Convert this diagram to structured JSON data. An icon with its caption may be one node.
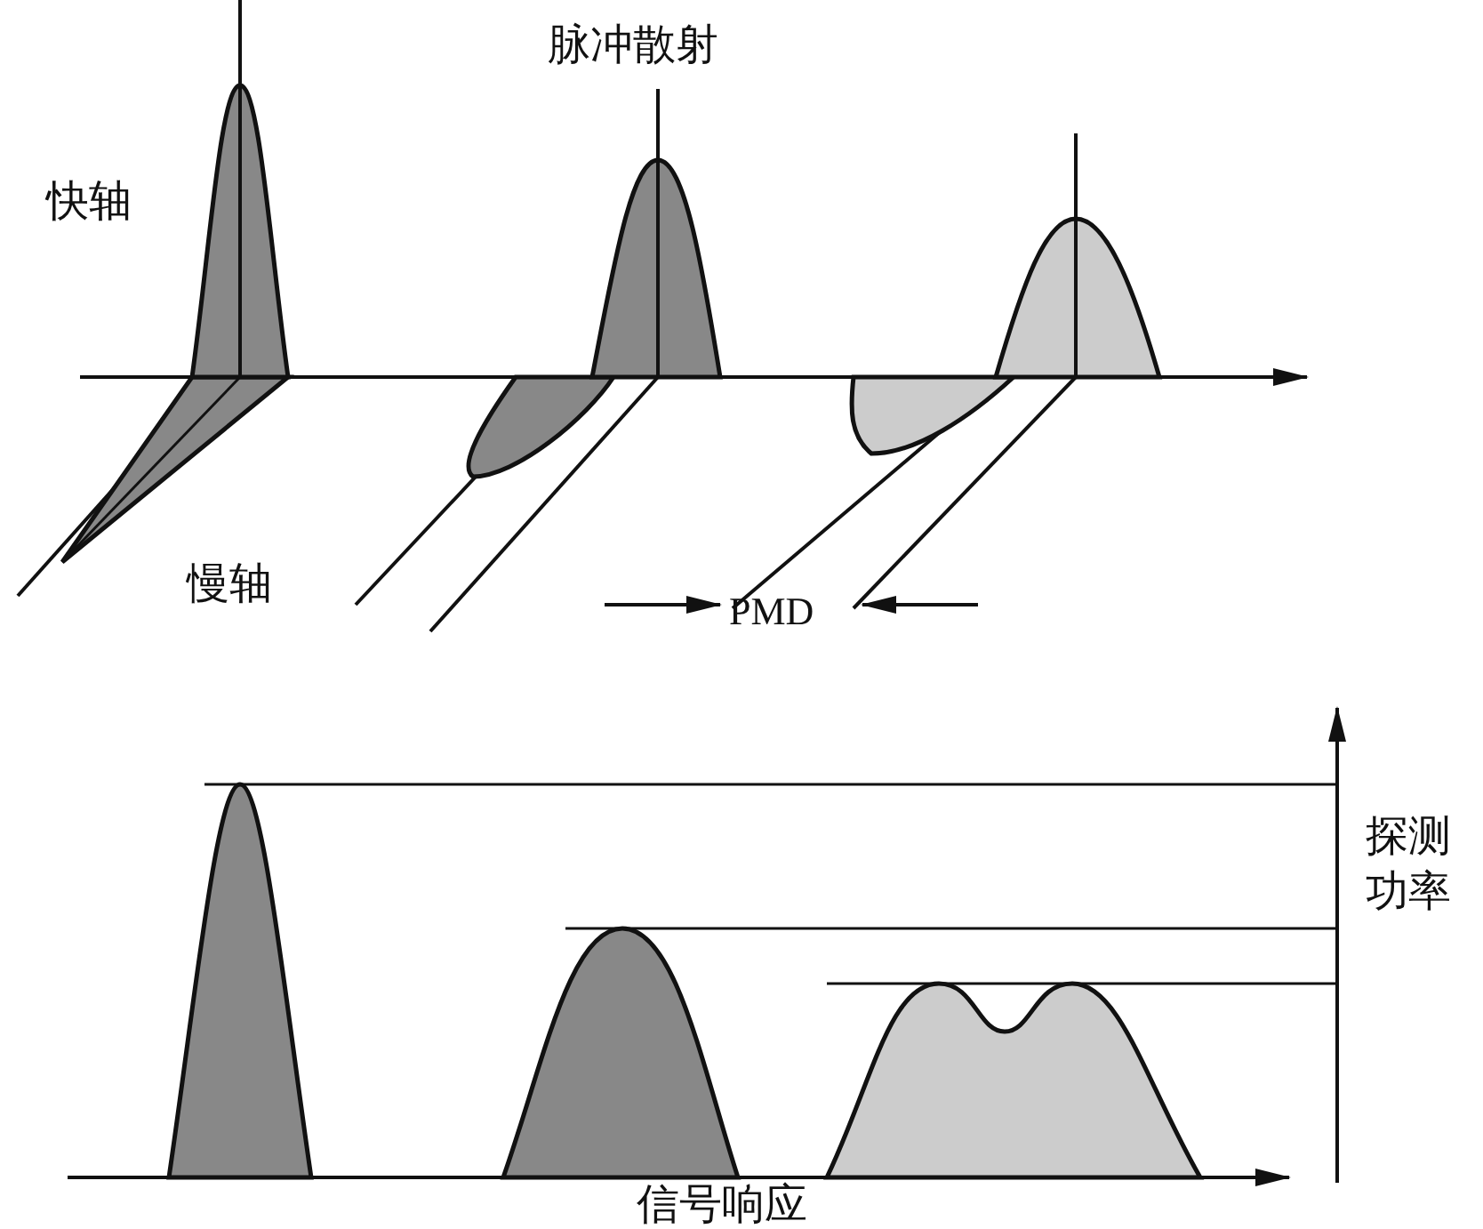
{
  "diagram": {
    "labels": [
      "脉冲散射",
      "快轴",
      "慢轴",
      "PMD",
      "探测功率",
      "信号响应"
    ]
  }
}
